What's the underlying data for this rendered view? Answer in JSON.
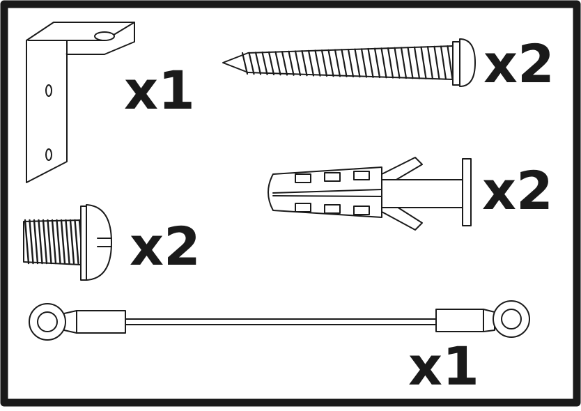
{
  "parts": [
    {
      "id": "l-bracket",
      "icon": "l-bracket-icon",
      "quantity": "x1"
    },
    {
      "id": "wood-screw",
      "icon": "wood-screw-icon",
      "quantity": "x2"
    },
    {
      "id": "wall-anchor",
      "icon": "wall-anchor-icon",
      "quantity": "x2"
    },
    {
      "id": "machine-screw",
      "icon": "machine-screw-icon",
      "quantity": "x2"
    },
    {
      "id": "safety-cable",
      "icon": "safety-cable-icon",
      "quantity": "x1"
    }
  ],
  "colors": {
    "stroke": "#1a1a1a",
    "background": "#ffffff"
  }
}
